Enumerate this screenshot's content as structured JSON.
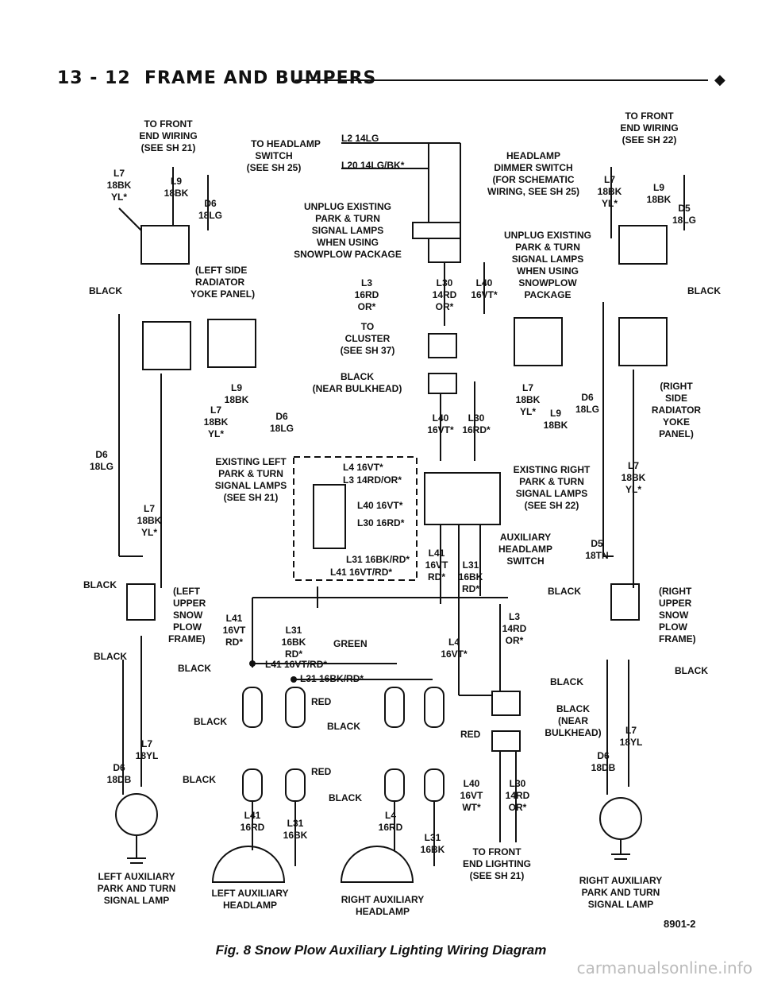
{
  "header": {
    "page_number": "13 - 12",
    "section": "FRAME AND BUMPERS",
    "marker": "◆"
  },
  "labels": {
    "to_front_left": [
      "TO FRONT",
      "END WIRING",
      "(SEE SH 21)"
    ],
    "to_front_right": [
      "TO FRONT",
      "END WIRING",
      "(SEE SH 22)"
    ],
    "headlamp_switch": [
      "TO HEADLAMP",
      "SWITCH",
      "(SEE SH 25)"
    ],
    "l2": "L2 14LG",
    "l20": "L20 14LG/BK*",
    "dimmer": [
      "HEADLAMP",
      "DIMMER SWITCH",
      "(FOR SCHEMATIC",
      "WIRING, SEE SH 25)"
    ],
    "unplug_left": [
      "UNPLUG EXISTING",
      "PARK & TURN",
      "SIGNAL LAMPS",
      "WHEN USING",
      "SNOWPLOW PACKAGE"
    ],
    "unplug_right": [
      "UNPLUG EXISTING",
      "PARK & TURN",
      "SIGNAL LAMPS",
      "WHEN USING",
      "SNOWPLOW",
      "PACKAGE"
    ],
    "left_yoke": [
      "(LEFT SIDE",
      "RADIATOR",
      "YOKE PANEL)"
    ],
    "right_yoke": [
      "(RIGHT",
      "SIDE",
      "RADIATOR",
      "YOKE",
      "PANEL)"
    ],
    "black": "BLACK",
    "l3_top": [
      "L3",
      "16RD",
      "OR*"
    ],
    "l30_top": [
      "L30",
      "14RD",
      "OR*"
    ],
    "l40_top": [
      "L40",
      "16VT*"
    ],
    "to_cluster": [
      "TO",
      "CLUSTER",
      "(SEE SH 37)"
    ],
    "near_bulkhead": [
      "BLACK",
      "(NEAR BULKHEAD)"
    ],
    "near_bulkhead_right": [
      "BLACK",
      "(NEAR",
      "BULKHEAD)"
    ],
    "l40_mid": [
      "L40",
      "16VT*"
    ],
    "l30_mid": [
      "L30",
      "16RD*"
    ],
    "l7_left": [
      "L7",
      "18BK",
      "YL*"
    ],
    "l9_left": [
      "L9",
      "18BK"
    ],
    "d6_left": [
      "D6",
      "18LG"
    ],
    "l7_right": [
      "L7",
      "18BK",
      "YL*"
    ],
    "l9_right": [
      "L9",
      "18BK"
    ],
    "d5_right": [
      "D5",
      "18LG"
    ],
    "existing_left": [
      "EXISTING LEFT",
      "PARK & TURN",
      "SIGNAL LAMPS",
      "(SEE SH 21)"
    ],
    "existing_right": [
      "EXISTING RIGHT",
      "PARK & TURN",
      "SIGNAL LAMPS",
      "(SEE SH 22)"
    ],
    "inset_wires": [
      "L4 16VT*",
      "L3 14RD/OR*",
      "L40 16VT*",
      "L30 16RD*",
      "L31 16BK/RD*",
      "L41 16VT/RD*"
    ],
    "aux_switch": [
      "AUXILIARY",
      "HEADLAMP",
      "SWITCH"
    ],
    "l41_sw": [
      "L41",
      "16VT",
      "RD*"
    ],
    "l31_sw": [
      "L31",
      "16BK",
      "RD*"
    ],
    "left_upper": [
      "(LEFT",
      "UPPER",
      "SNOW",
      "PLOW",
      "FRAME)"
    ],
    "right_upper": [
      "(RIGHT",
      "UPPER",
      "SNOW",
      "PLOW",
      "FRAME)"
    ],
    "d6_18lg": [
      "D6",
      "18LG"
    ],
    "l7_18bk": [
      "L7",
      "18BK",
      "YL*"
    ],
    "d5_18tn": [
      "D5",
      "18TN"
    ],
    "l41_lo": [
      "L41",
      "16VT",
      "RD*"
    ],
    "l31_lo": [
      "L31",
      "16BK",
      "RD*"
    ],
    "green": "GREEN",
    "l41_bus": "L41 16VT/RD*",
    "l31_bus": "L31 16BK/RD*",
    "l4_bus": [
      "L4",
      "16VT*"
    ],
    "l3_bus": [
      "L3",
      "14RD",
      "OR*"
    ],
    "red": "RED",
    "l7_18yl": [
      "L7",
      "18YL"
    ],
    "d6_18db": [
      "D6",
      "18DB"
    ],
    "l41_16rd": [
      "L41",
      "16RD"
    ],
    "l31_16bk": [
      "L31",
      "16BK"
    ],
    "l4_16rd": [
      "L4",
      "16RD"
    ],
    "l40_wt": [
      "L40",
      "16VT",
      "WT*"
    ],
    "l30_14rd": [
      "L30",
      "14RD",
      "OR*"
    ],
    "to_front_lighting": [
      "TO FRONT",
      "END LIGHTING",
      "(SEE SH 21)"
    ],
    "left_aux_signal": [
      "LEFT AUXILIARY",
      "PARK AND TURN",
      "SIGNAL LAMP"
    ],
    "right_aux_signal": [
      "RIGHT AUXILIARY",
      "PARK AND TURN",
      "SIGNAL LAMP"
    ],
    "left_aux_headlamp": [
      "LEFT AUXILIARY",
      "HEADLAMP"
    ],
    "right_aux_headlamp": [
      "RIGHT AUXILIARY",
      "HEADLAMP"
    ],
    "fig_code": "8901-2"
  },
  "caption": "Fig. 8 Snow Plow Auxiliary Lighting Wiring Diagram",
  "watermark": "carmanualsonline.info"
}
